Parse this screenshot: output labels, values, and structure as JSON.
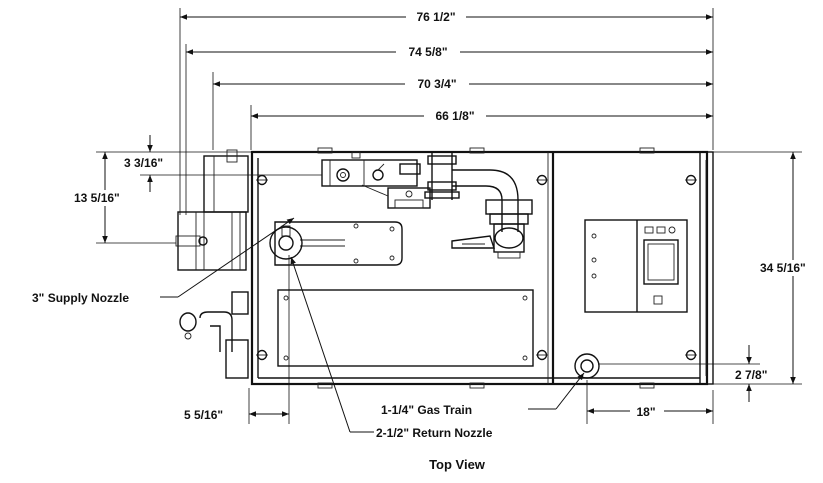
{
  "title": "Top View",
  "dimensions": {
    "overall_76_1_2": "76 1/2\"",
    "d_74_5_8": "74 5/8\"",
    "d_70_3_4": "70 3/4\"",
    "d_66_1_8": "66 1/8\"",
    "d_3_3_16": "3 3/16\"",
    "d_13_5_16": "13 5/16\"",
    "d_34_5_16": "34 5/16\"",
    "d_2_7_8": "2 7/8\"",
    "d_5_5_16": "5 5/16\"",
    "d_18": "18\""
  },
  "callouts": {
    "supply_nozzle": "3\" Supply Nozzle",
    "gas_train": "1-1/4\" Gas Train",
    "return_nozzle": "2-1/2\" Return Nozzle"
  }
}
